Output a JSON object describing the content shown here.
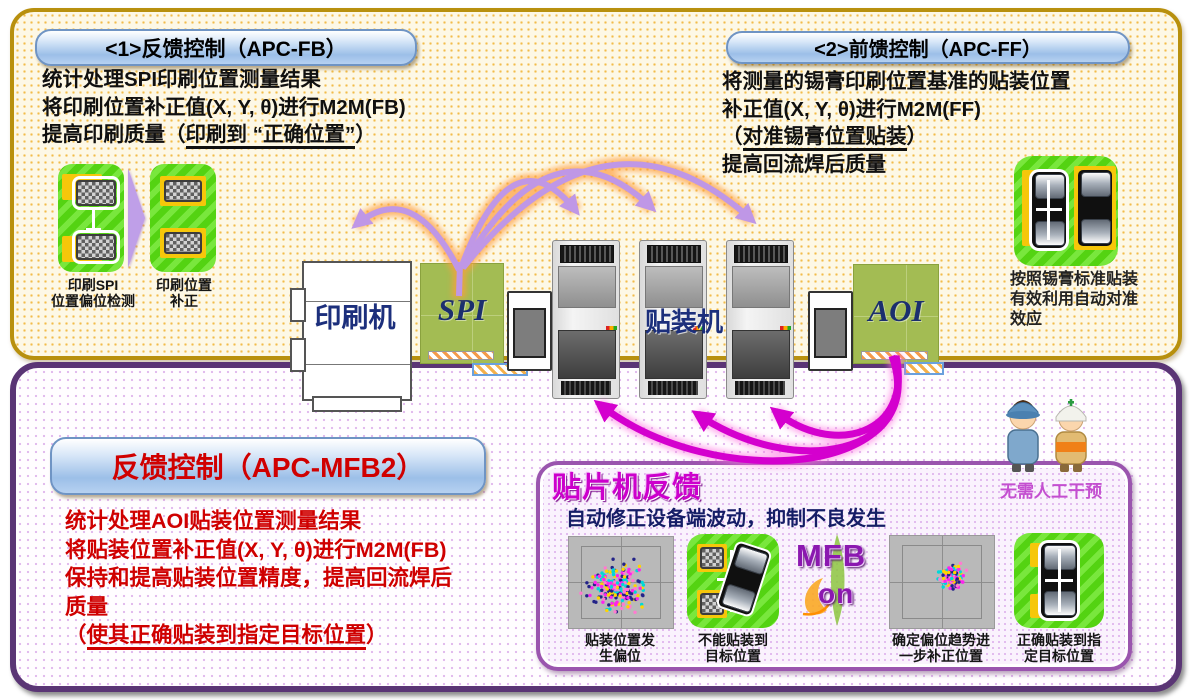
{
  "colors": {
    "panel_top_border": "#b8900e",
    "panel_top_bg": "#fdf8e6",
    "panel_bottom_border": "#5a3575",
    "bubble_blue": "#9cbfe8",
    "machine_green": "#a3bc53",
    "icon_green": "#54d312",
    "arrow_purple": "#bf97e6",
    "arrow_glow_orange": "#ff9f3c",
    "arrow_magenta": "#d400ce",
    "text_red": "#d00000",
    "title_magenta": "#cc00cc",
    "subtitle_navy": "#151d66",
    "label_navy": "#1c2f7c"
  },
  "fb": {
    "bubble": "<1>反馈控制（APC-FB）",
    "l1": "统计处理SPI印刷位置测量结果",
    "l2": "将印刷位置补正值(X, Y, θ)进行M2M(FB)",
    "l3a": "提高印刷质量（",
    "l3b": "印刷到 “正确位置”",
    "l3c": "）",
    "icon1_l1": "印刷SPI",
    "icon1_l2": "位置偏位检测",
    "icon2_l1": "印刷位置",
    "icon2_l2": "补正"
  },
  "ff": {
    "bubble": "<2>前馈控制（APC-FF）",
    "l1": "将测量的锡膏印刷位置基准的贴装位置",
    "l2": "补正值(X, Y, θ)进行M2M(FF)",
    "l3a": "（",
    "l3b": "对准锡膏位置贴装",
    "l3c": "）",
    "l4": "提高回流焊后质量",
    "icon_l1": "按照锡膏标准贴装",
    "icon_l2": "有效利用自动对准",
    "icon_l3": "效应"
  },
  "line": {
    "printer": "印刷机",
    "spi": "SPI",
    "mounter": "贴装机",
    "aoi": "AOI"
  },
  "mfb2": {
    "bubble": "反馈控制（APC-MFB2）",
    "l1": "统计处理AOI贴装位置测量结果",
    "l2": "将贴装位置补正值(X, Y, θ)进行M2M(FB)",
    "l3": "保持和提高贴装位置精度，提高回流焊后",
    "l4": "质量",
    "l5a": "（",
    "l5b": "使其正确贴装到指定目标位置",
    "l5c": "）"
  },
  "feedback_box": {
    "title": "贴片机反馈",
    "subtitle": "自动修正设备端波动，抑制不良发生",
    "step1_l1": "贴装位置发",
    "step1_l2": "生偏位",
    "step2_l1": "不能贴装到",
    "step2_l2": "目标位置",
    "mfb_top": "MFB",
    "mfb_bottom": "on",
    "step3_l1": "确定偏位趋势进",
    "step3_l2": "一步补正位置",
    "step4_l1": "正确贴装到指",
    "step4_l2": "定目标位置"
  },
  "workers_label": "无需人工干预",
  "scatter": {
    "palette": [
      "#ff22ee",
      "#00d8d8",
      "#ffd400",
      "#232388",
      "#ff7ad0"
    ],
    "plots": [
      {
        "seed": 7,
        "n": 240,
        "cx": 0.46,
        "cy": 0.56,
        "spread": 0.17
      },
      {
        "seed": 11,
        "n": 170,
        "cx": 0.6,
        "cy": 0.44,
        "spread": 0.075
      }
    ]
  }
}
